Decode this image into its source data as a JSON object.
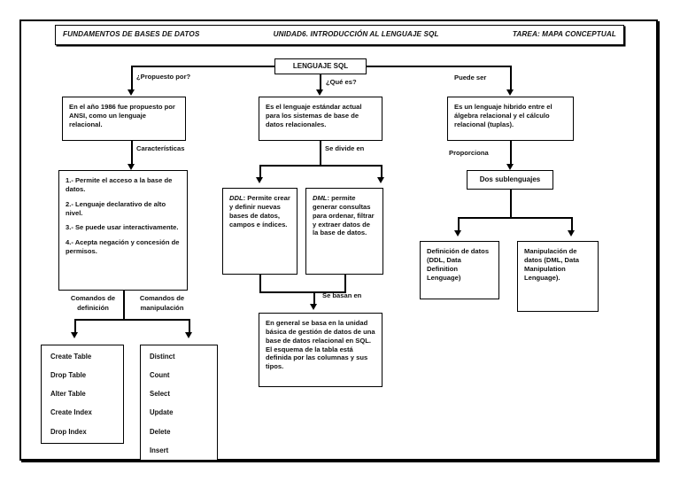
{
  "header": {
    "left": "FUNDAMENTOS DE BASES DE DATOS",
    "center": "UNIDAD6. INTRODUCCIÓN AL LENGUAJE SQL",
    "right": "TAREA: MAPA CONCEPTUAL"
  },
  "root": {
    "label": "LENGUAJE SQL"
  },
  "connector_labels": {
    "propuesto_por": "¿Propuesto por?",
    "que_es": "¿Qué es?",
    "puede_ser": "Puede ser",
    "caracteristicas": "Características",
    "se_divide_en": "Se divide en",
    "se_basan_en": "Se basan en",
    "proporciona": "Proporciona",
    "comandos_definicion": "Comandos de definición",
    "comandos_manipulacion": "Comandos de manipulación"
  },
  "nodes": {
    "anio_1986": "En el año 1986 fue propuesto por ANSI, como un lenguaje relacional.",
    "caracteristicas": [
      "1.- Permite el acceso a la base de datos.",
      "2.- Lenguaje declarativo de alto nivel.",
      "3.- Se puede usar interactivamente.",
      "4.- Acepta negación y concesión de permisos."
    ],
    "lenguaje_estandar": "Es el lenguaje estándar actual para los sistemas de base de datos relacionales.",
    "ddl": {
      "term": "DDL",
      "text": ": Permite crear y definir nuevas bases de datos, campos e índices."
    },
    "dml": {
      "term": "DML",
      "text": ": permite generar consultas para ordenar, filtrar y extraer datos de la base de datos."
    },
    "se_basan": "En general se basa en la unidad básica de gestión de datos de una base de datos relacional en SQL. El esquema de la tabla está definida por las columnas y sus tipos.",
    "hibrido": "Es un lenguaje hibrido entre el álgebra relacional y el cálculo relacional (tuplas).",
    "dos_sublenguajes": "Dos sublenguajes",
    "definicion_datos": "Definición de datos (DDL, Data Definition Lenguage)",
    "manipulacion_datos": "Manipulación de datos  (DML, Data Manipulation Lenguage)."
  },
  "commands": {
    "definicion": [
      "Create Table",
      "Drop Table",
      "Alter Table",
      "Create Index",
      "Drop Index"
    ],
    "manipulacion": [
      "Distinct",
      "Count",
      "Select",
      "Update",
      "Delete",
      "Insert"
    ]
  },
  "colors": {
    "ink": "#000000",
    "paper": "#ffffff"
  }
}
